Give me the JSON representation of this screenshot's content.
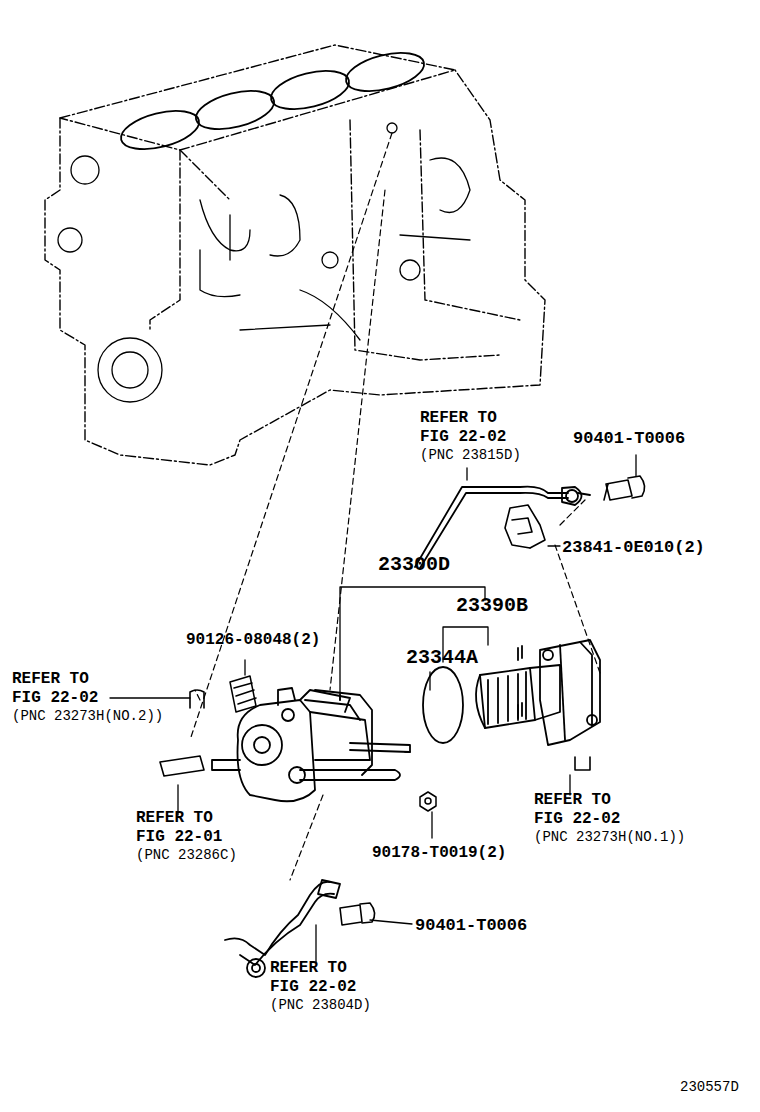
{
  "diagram": {
    "labels": [
      "REFER TO",
      "FIG 22-02",
      "(PNC 23815D)",
      "90401-T0006",
      "23841-0E010(2)",
      "23300D",
      "23390B",
      "23344A",
      "90126-08048(2)",
      "REFER TO",
      "FIG 22-02",
      "(PNC 23273H(NO.2))",
      "REFER TO",
      "FIG 22-01",
      "(PNC 23286C)",
      "REFER TO",
      "FIG 22-02",
      "(PNC 23273H(NO.1))",
      "90178-T0019(2)",
      "90401-T0006",
      "REFER TO",
      "FIG 22-02",
      "(PNC 23804D)",
      "230557D"
    ]
  }
}
